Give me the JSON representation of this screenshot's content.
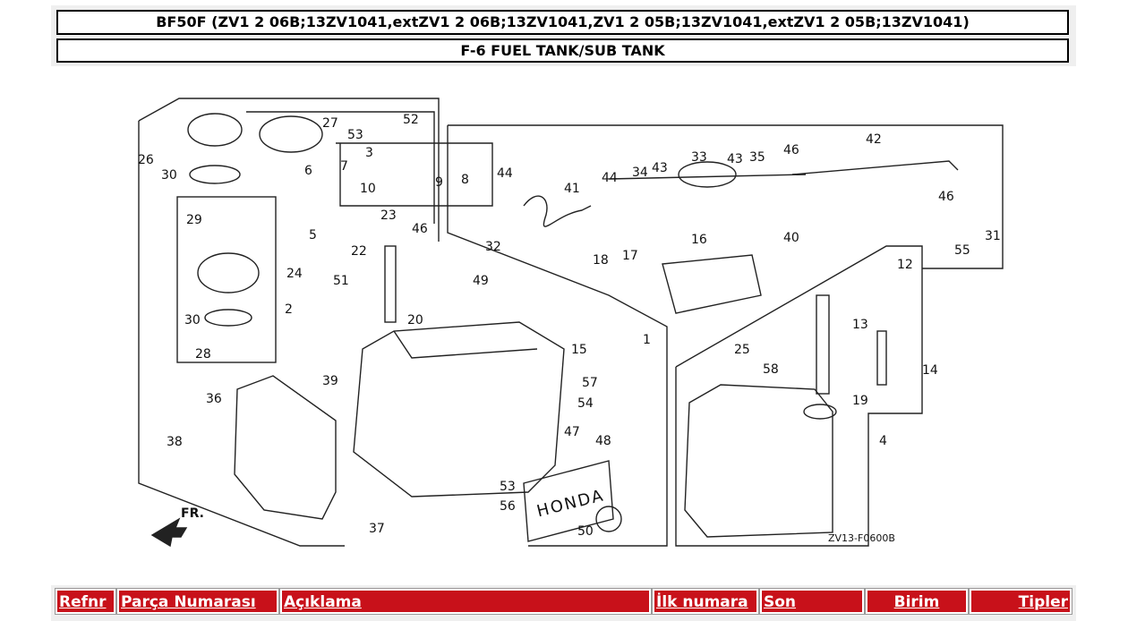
{
  "header": {
    "title": "BF50F (ZV1 2 06B;13ZV1041,extZV1 2 06B;13ZV1041,ZV1 2 05B;13ZV1041,extZV1 2 05B;13ZV1041)",
    "subtitle": "F-6 FUEL TANK/SUB TANK"
  },
  "diagram": {
    "callouts": [
      "1",
      "2",
      "3",
      "4",
      "5",
      "6",
      "7",
      "8",
      "9",
      "10",
      "12",
      "13",
      "14",
      "15",
      "16",
      "17",
      "18",
      "19",
      "20",
      "22",
      "23",
      "24",
      "25",
      "26",
      "27",
      "28",
      "29",
      "30",
      "30",
      "31",
      "32",
      "33",
      "34",
      "35",
      "36",
      "37",
      "38",
      "39",
      "40",
      "41",
      "42",
      "43",
      "43",
      "44",
      "44",
      "46",
      "46",
      "46",
      "47",
      "48",
      "49",
      "50",
      "51",
      "52",
      "53",
      "53",
      "54",
      "55",
      "56",
      "57",
      "58"
    ],
    "direction_label": "FR.",
    "brand_plate_text": "HONDA",
    "drawing_code": "ZV13-F0600B"
  },
  "table_header": {
    "columns": [
      "Refnr",
      "Parça Numarası",
      "Açıklama",
      "İlk numara",
      "Son",
      "Birim",
      "Tipler"
    ]
  }
}
